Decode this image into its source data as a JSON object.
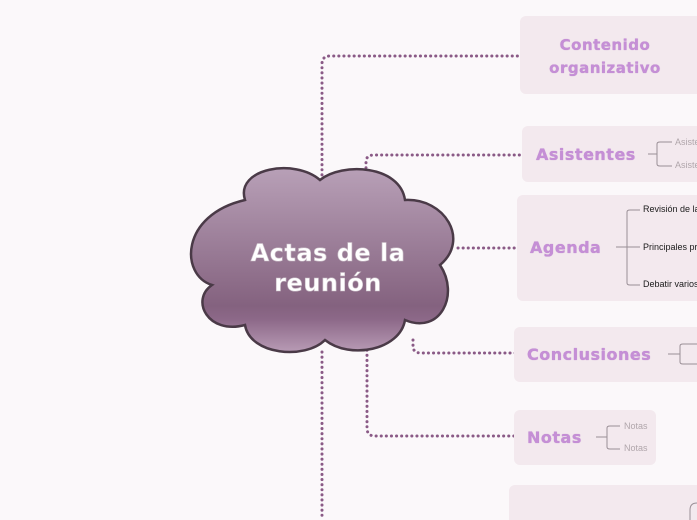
{
  "central_topic": {
    "line1": "Actas de la",
    "line2": "reunión"
  },
  "branches": {
    "contenido": {
      "title_line1": "Contenido",
      "title_line2": "organizativo"
    },
    "asistentes": {
      "title": "Asistentes",
      "items": [
        "Asiste",
        "Asiste"
      ]
    },
    "agenda": {
      "title": "Agenda",
      "items": [
        "Revisión de la",
        "Principales pr",
        "Debatir varios"
      ]
    },
    "conclusiones": {
      "title": "Conclusiones"
    },
    "notas": {
      "title": "Notas",
      "items": [
        "Notas",
        "Notas"
      ]
    }
  },
  "colors": {
    "connector": "#8a5a86",
    "node_bg": "#f3e9ee",
    "title": "#c58fd6",
    "cloud_top": "#b69ab5",
    "cloud_bottom": "#7d5b7b",
    "cloud_border": "#4a3a47"
  }
}
